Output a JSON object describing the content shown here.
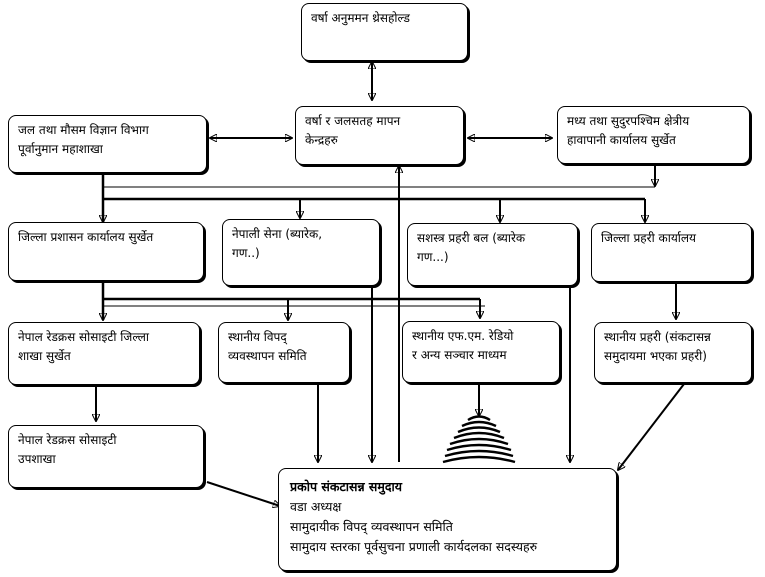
{
  "nodes": {
    "threshold": [
      "वर्षा अनुममन थ्रेसहोल्ड"
    ],
    "measurement": [
      "वर्षा र जलसतह मापन",
      "केन्द्रहरु"
    ],
    "dhm": [
      "जल तथा मौसम विज्ञान विभाग",
      "पूर्वानुमान महाशाखा"
    ],
    "regional_office": [
      "मध्य तथा सुदुरपश्चिम क्षेत्रीय",
      "हावापानी कार्यालय सुर्खेत"
    ],
    "district_admin": [
      "जिल्ला प्रशासन कार्यालय सुर्खेत"
    ],
    "army": [
      "नेपाली सेना (ब्यारेक,",
      "गण..)"
    ],
    "apf": [
      "सशस्त्र प्रहरी बल (ब्यारेक",
      "गण...)"
    ],
    "district_police": [
      "जिल्ला प्रहरी कार्यालय"
    ],
    "redcross_district": [
      "नेपाल रेडक्रस सोसाइटी जिल्ला",
      "शाखा सुर्खेत"
    ],
    "local_dm_committee": [
      "स्थानीय विपद्",
      "व्यवस्थापन समिति"
    ],
    "local_fm": [
      "स्थानीय एफ.एम. रेडियो",
      "र अन्य सञ्चार माध्यम"
    ],
    "local_police": [
      "स्थानीय प्रहरी (संकटासन्न",
      "समुदायमा भएका प्रहरी)"
    ],
    "redcross_sub": [
      "नेपाल रेडक्रस सोसाइटी",
      "उपशाखा"
    ],
    "community": {
      "title": "प्रकोप संकटासन्न समुदाय",
      "lines": [
        "वडा अध्यक्ष",
        "सामुदायीक विपद् व्यवस्थापन समिति",
        "सामुदाय स्तरका पूर्वसुचना प्रणाली कार्यदलका सदस्यहरु"
      ]
    }
  },
  "colors": {
    "arrow": "#000000",
    "siren": "#e0201f",
    "border": "#000000"
  },
  "icons": {
    "siren": "coiled-siren-icon"
  }
}
